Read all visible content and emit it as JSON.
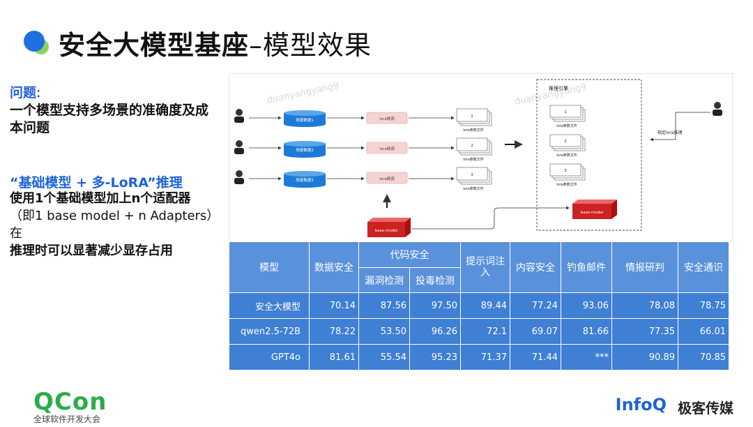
{
  "header": {
    "title_bold": "安全大模型基座",
    "title_rest": "–模型效果"
  },
  "left": {
    "question_label": "问题",
    "question_colon": ":",
    "question_text": "一个模型支持多场景的准确度及成本问题",
    "solution_title": "“基础模型 + 多-LoRA”推理",
    "solution_text_line1": "使用1个基础模型加上n个适配器",
    "solution_text_line2": "（即1 base model + n Adapters）在",
    "solution_text_line3": "推理时可以显著减少显存占用"
  },
  "diagram": {
    "watermark": "duanyangyang9",
    "datasets": [
      "场景数据1",
      "场景数据2",
      "场景数据3"
    ],
    "trainer_label": "lora微调",
    "file_numbers": [
      "1",
      "2",
      "3"
    ],
    "file_label": "lora参数文件",
    "engine_title": "推理引擎",
    "base_model_label": "base-model",
    "user_label": "指定lora推理"
  },
  "table": {
    "headers": {
      "model": "模型",
      "data_security": "数据安全",
      "code_security": "代码安全",
      "vuln": "漏洞检测",
      "poison": "投毒检测",
      "prompt": "提示词注入",
      "content": "内容安全",
      "phishing": "钓鱼邮件",
      "intel": "情报研判",
      "general": "安全通识"
    },
    "rows": [
      {
        "model": "安全大模型",
        "data": "70.14",
        "vuln": "87.56",
        "poison": "97.50",
        "prompt": "89.44",
        "content": "77.24",
        "phishing": "93.06",
        "intel": "78.08",
        "general": "78.75"
      },
      {
        "model": "qwen2.5-72B",
        "data": "78.22",
        "vuln": "53.50",
        "poison": "96.26",
        "prompt": "72.1",
        "content": "69.07",
        "phishing": "81.66",
        "intel": "77.35",
        "general": "66.01"
      },
      {
        "model": "GPT4o",
        "data": "81.61",
        "vuln": "55.54",
        "poison": "95.23",
        "prompt": "71.37",
        "content": "71.44",
        "phishing": "***",
        "intel": "90.89",
        "general": "70.85"
      }
    ]
  },
  "footer": {
    "qcon": "QCon",
    "qcon_sub": "全球软件开发大会",
    "infoq": "InfoQ",
    "infoq_cn": "极客传媒"
  },
  "colors": {
    "accent": "#1e63d6",
    "table_header": "#5a91db",
    "table_row": "#3f7fd4",
    "base_model": "#cc2222",
    "qcon": "#2bab4a"
  }
}
